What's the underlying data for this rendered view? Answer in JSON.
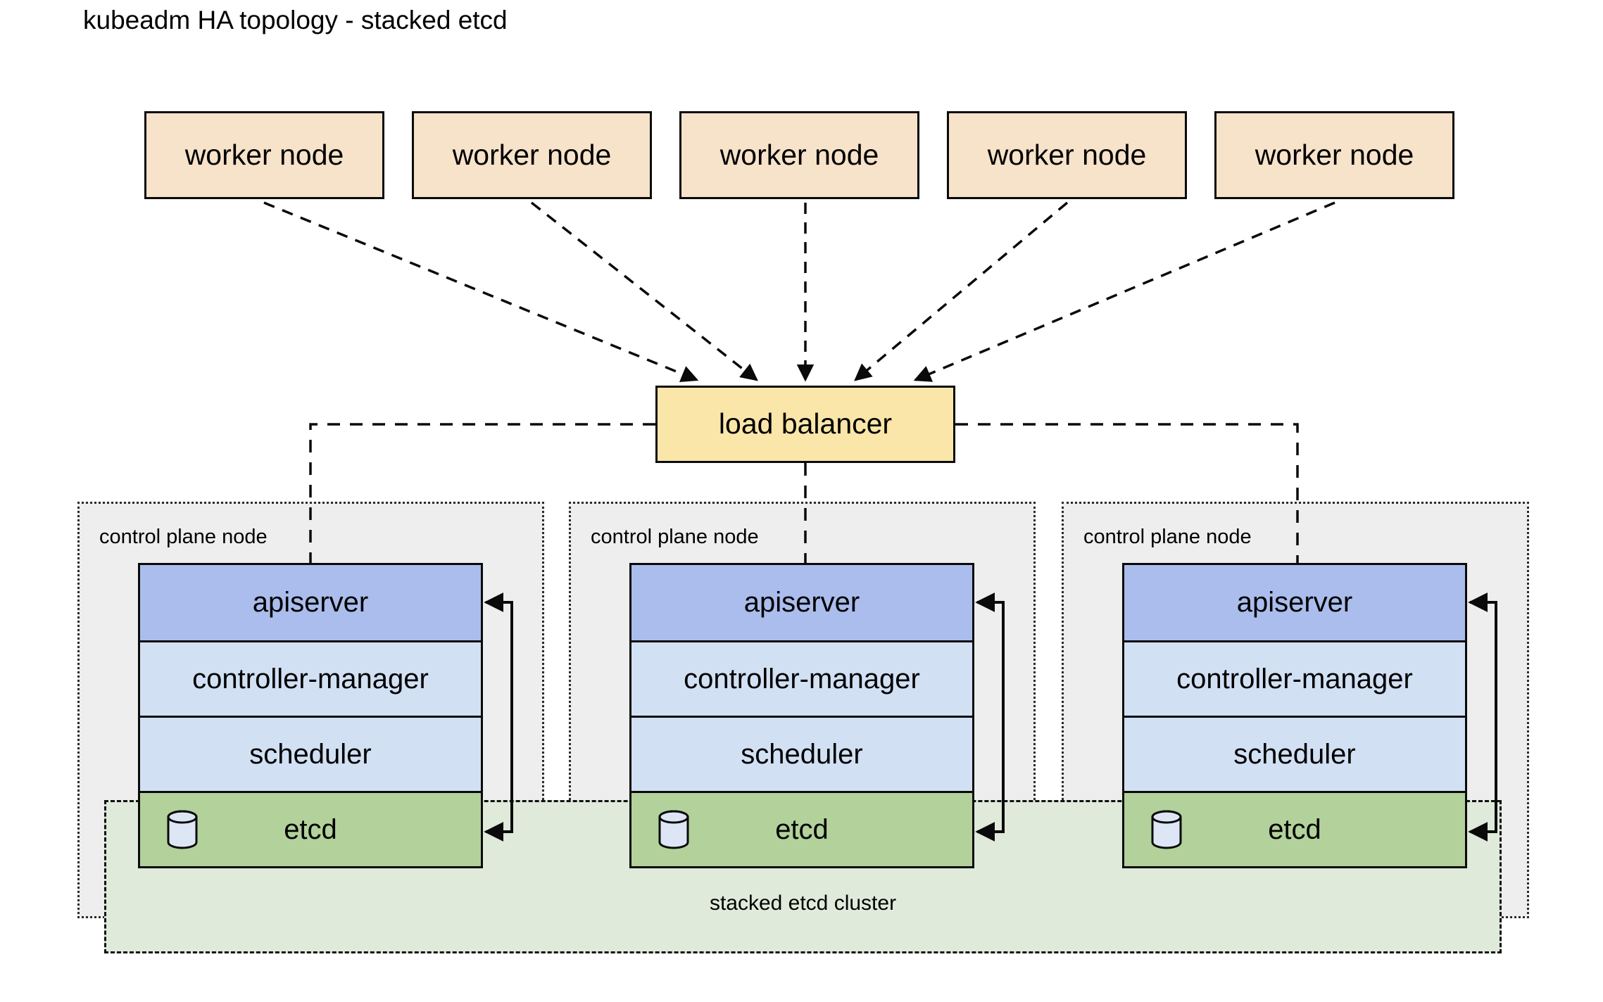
{
  "title": "kubeadm HA topology - stacked etcd",
  "workers": [
    {
      "label": "worker node"
    },
    {
      "label": "worker node"
    },
    {
      "label": "worker node"
    },
    {
      "label": "worker node"
    },
    {
      "label": "worker node"
    }
  ],
  "load_balancer": {
    "label": "load balancer"
  },
  "control_planes": [
    {
      "label": "control plane node",
      "components": [
        {
          "name": "apiserver"
        },
        {
          "name": "controller-manager"
        },
        {
          "name": "scheduler"
        },
        {
          "name": "etcd",
          "icon": "database-cylinder-icon"
        }
      ]
    },
    {
      "label": "control plane node",
      "components": [
        {
          "name": "apiserver"
        },
        {
          "name": "controller-manager"
        },
        {
          "name": "scheduler"
        },
        {
          "name": "etcd",
          "icon": "database-cylinder-icon"
        }
      ]
    },
    {
      "label": "control plane node",
      "components": [
        {
          "name": "apiserver"
        },
        {
          "name": "controller-manager"
        },
        {
          "name": "scheduler"
        },
        {
          "name": "etcd",
          "icon": "database-cylinder-icon"
        }
      ]
    }
  ],
  "etcd_cluster": {
    "label": "stacked etcd cluster"
  },
  "colors": {
    "worker_fill": "#f7e2ca",
    "load_balancer_fill": "#fae6a8",
    "apiserver_fill": "#aabdec",
    "component_fill": "#d2e0f4",
    "etcd_fill": "#b2d19b",
    "etcd_cluster_fill": "#dfeada",
    "control_plane_fill": "#eeeeee",
    "stroke": "#0a0a0a",
    "background": "#ffffff"
  }
}
